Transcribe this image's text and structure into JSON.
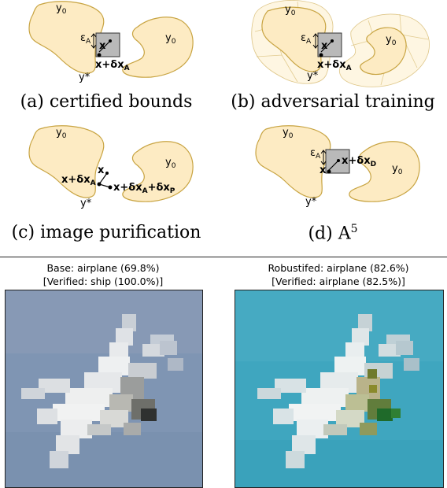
{
  "panels": [
    {
      "id": "a",
      "caption": "(a) certified bounds",
      "labels": {
        "y0_left": "y",
        "y0_right": "y",
        "sub0": "0",
        "ystar": "y*",
        "eps": "ε",
        "eps_sub": "A",
        "x": "x",
        "x_plus": "x+δx",
        "x_plus_sub": "A"
      }
    },
    {
      "id": "b",
      "caption": "(b) adversarial training",
      "labels": {
        "y0_left": "y",
        "y0_right": "y",
        "sub0": "0",
        "ystar": "y*",
        "eps": "ε",
        "eps_sub": "A",
        "x": "x",
        "x_plus": "x+δx",
        "x_plus_sub": "A"
      }
    },
    {
      "id": "c",
      "caption": "(c) image purification",
      "labels": {
        "y0_left": "y",
        "y0_right": "y",
        "sub0": "0",
        "ystar": "y*",
        "x": "x",
        "x_plus_a": "x+δx",
        "sub_a": "A",
        "x_plus_ap": "x+δx",
        "sub_ap_a": "A",
        "plus": "+δx",
        "sub_p": "P"
      }
    },
    {
      "id": "d",
      "caption": "(d) A",
      "caption_sup": "5",
      "labels": {
        "y0_left": "y",
        "y0_right": "y",
        "sub0": "0",
        "ystar": "y*",
        "eps": "ε",
        "eps_sub": "A",
        "x": "x",
        "x_plus": "x+δx",
        "x_plus_sub": "D"
      }
    }
  ],
  "images": [
    {
      "title_line1": "Base: airplane (69.8%)",
      "title_line2": "[Verified: ship (100.0%)]"
    },
    {
      "title_line1": "Robustifed: airplane (82.6%)",
      "title_line2": "[Verified: airplane (82.5%)]"
    }
  ],
  "colors": {
    "blob_fill": "#fdebc3",
    "blob_stroke": "#c8a442",
    "box_fill": "#b9b9b9",
    "sky_base": "#7f95b3",
    "sky_robust": "#3fa6bf"
  }
}
